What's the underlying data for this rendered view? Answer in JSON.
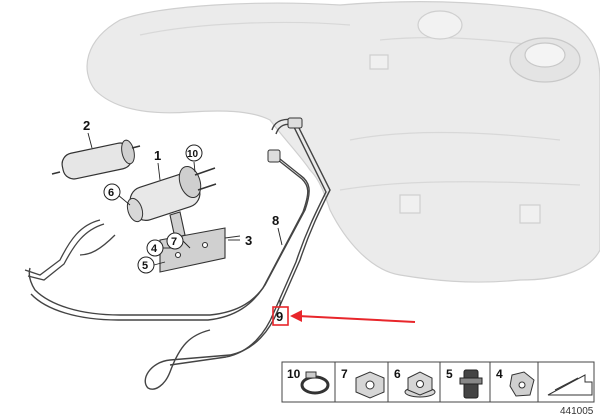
{
  "callouts": {
    "c1": "1",
    "c2": "2",
    "c3": "3",
    "c4": "4",
    "c5": "5",
    "c6": "6",
    "c7": "7",
    "c8": "8",
    "c9": "9",
    "c10": "10"
  },
  "legend": {
    "items": [
      {
        "number": "10",
        "icon": "hose-clamp-icon"
      },
      {
        "number": "7",
        "icon": "hex-nut-icon"
      },
      {
        "number": "6",
        "icon": "flange-nut-icon"
      },
      {
        "number": "5",
        "icon": "clip-icon"
      },
      {
        "number": "4",
        "icon": "grommet-icon"
      },
      {
        "number": "",
        "icon": "spacer-arrow-icon"
      }
    ]
  },
  "document_number": "441005",
  "colors": {
    "highlight_red": "#e8262b",
    "line": "#333333",
    "tank_fill": "#ebebeb"
  }
}
